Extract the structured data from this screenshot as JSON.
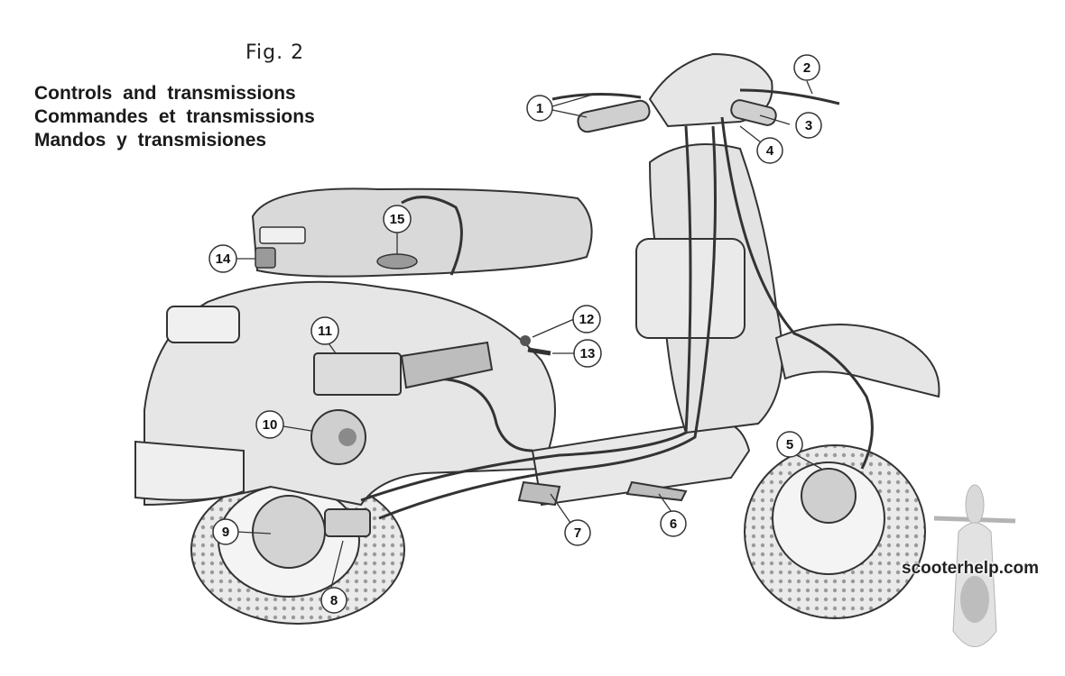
{
  "figure": {
    "label": "Fig. 2",
    "captions": [
      "Controls and transmissions",
      "Commandes et transmissions",
      "Mandos y transmisiones"
    ]
  },
  "callouts": [
    "1",
    "2",
    "3",
    "4",
    "5",
    "6",
    "7",
    "8",
    "9",
    "10",
    "11",
    "12",
    "13",
    "14",
    "15"
  ],
  "watermark": "scooterhelp.com",
  "colors": {
    "ink": "#333333",
    "body_fill": "#e6e6e6",
    "seat_fill": "#d9d9d9",
    "paper": "#ffffff"
  }
}
